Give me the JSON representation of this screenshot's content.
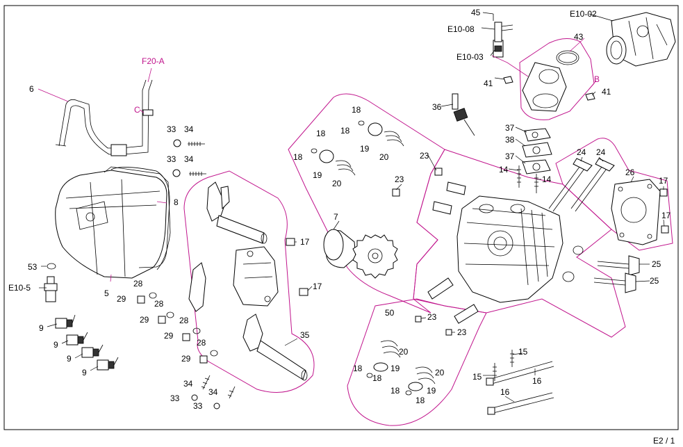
{
  "labels": {
    "p6": "6",
    "p8": "8",
    "p5": "5",
    "p53": "53",
    "pE10_5": "E10-5",
    "p9": "9",
    "p33": "33",
    "p34": "34",
    "p28": "28",
    "p29": "29",
    "p17": "17",
    "p35": "35",
    "p7": "7",
    "p18": "18",
    "p19": "19",
    "p20": "20",
    "p23": "23",
    "p36": "36",
    "p50": "50",
    "p37": "37",
    "p38": "38",
    "p14": "14",
    "p24": "24",
    "p26": "26",
    "p25": "25",
    "p15": "15",
    "p16": "16",
    "p41": "41",
    "p43": "43",
    "p45": "45",
    "pE10_08": "E10-08",
    "pE10_03": "E10-03",
    "pE10_02": "E10-02"
  },
  "markers": {
    "f20a": "F20-A",
    "c": "C",
    "b": "B"
  },
  "page_ref": "E2 / 1",
  "colors": {
    "accent": "#c0148c",
    "line": "#000000"
  }
}
